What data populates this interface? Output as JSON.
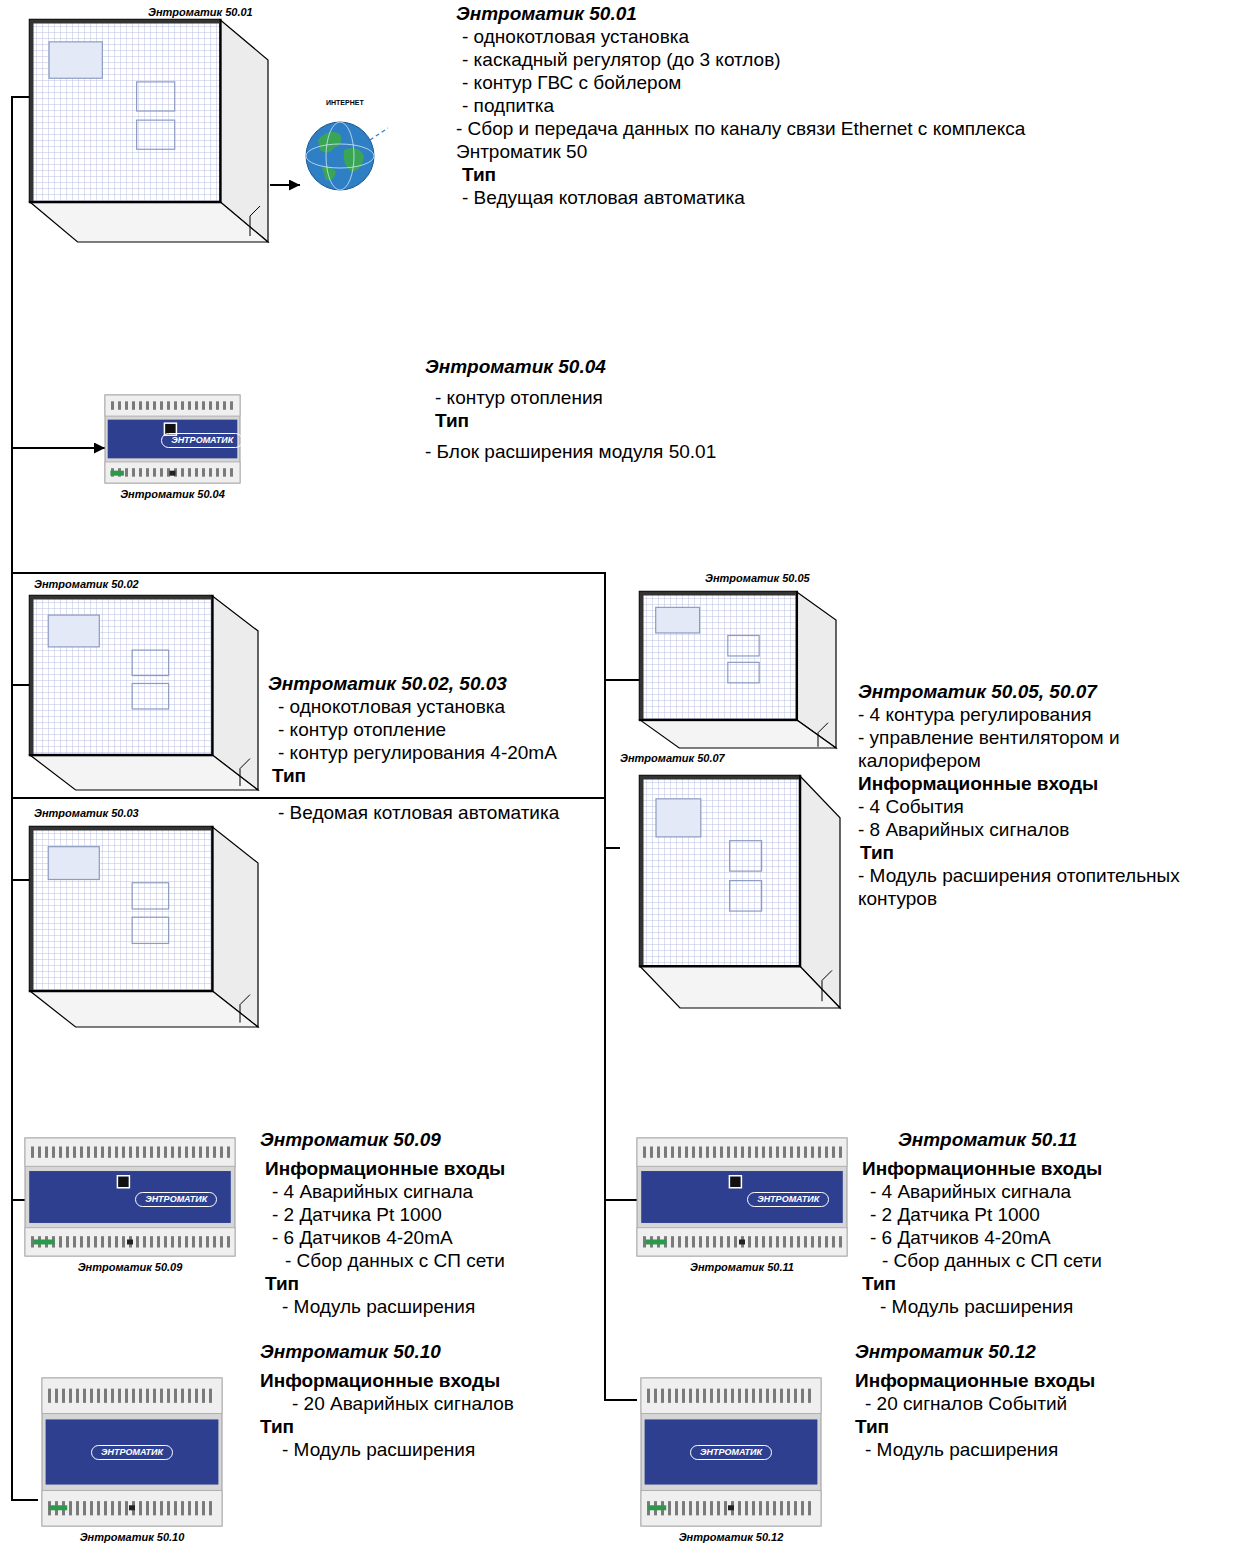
{
  "diagram": {
    "nodes": [
      {
        "text": [
          "Энтроматик 50.01"
        ]
      },
      {
        "text": [
          "ИНТЕРНЕТ"
        ]
      },
      {
        "text": [
          "ЭНТРОМАТИК",
          "Энтроматик 50.04"
        ]
      },
      {
        "text": [
          "Энтроматик 50.02"
        ]
      },
      {
        "text": [
          "Энтроматик 50.03"
        ]
      },
      {
        "text": [
          "Энтроматик 50.05"
        ]
      },
      {
        "text": [
          "Энтроматик 50.07"
        ]
      },
      {
        "text": [
          "ЭНТРОМАТИК",
          "Энтроматик 50.09"
        ]
      },
      {
        "text": [
          "ЭНТРОМАТИК",
          "Энтроматик 50.11"
        ]
      },
      {
        "text": [
          "ЭНТРОМАТИК",
          "Энтроматик 50.10"
        ]
      },
      {
        "text": [
          "ЭНТРОМАТИК",
          "Энтроматик 50.12"
        ]
      }
    ],
    "edges": [
      {
        "from": 0,
        "to": 1,
        "arrow": "to"
      },
      {
        "from": 0,
        "to": 2,
        "arrow": "to"
      },
      {
        "from": 0,
        "to": 3,
        "arrow": "none"
      },
      {
        "from": 0,
        "to": 4,
        "arrow": "none"
      },
      {
        "from": 0,
        "to": 5,
        "arrow": "none"
      },
      {
        "from": 0,
        "to": 6,
        "arrow": "none"
      },
      {
        "from": 0,
        "to": 7,
        "arrow": "none"
      },
      {
        "from": 0,
        "to": 8,
        "arrow": "none"
      },
      {
        "from": 0,
        "to": 9,
        "arrow": "none"
      },
      {
        "from": 0,
        "to": 10,
        "arrow": "none"
      }
    ],
    "labels": [
      "Энтроматик 50.01",
      "- однокотловая установка",
      "- каскадный регулятор (до 3 котлов)",
      "- контур ГВС с бойлером",
      "- подпитка",
      "- Сбор и передача данных по каналу связи Ethernet с комплекса Энтроматик 50",
      "Тип",
      "- Ведущая котловая автоматика",
      "Энтроматик 50.04",
      "- контур отопления",
      "Тип",
      "- Блок расширения модуля 50.01",
      "Энтроматик 50.02, 50.03",
      "- однокотловая установка",
      "- контур отопление",
      "- контур регулирования 4-20mA",
      "Тип",
      "- Ведомая котловая автоматика",
      "Энтроматик 50.05, 50.07",
      "- 4 контура регулирования",
      "- управление вентилятором и калорифером",
      "Информационные входы",
      "- 4 События",
      "- 8 Аварийных сигналов",
      "Тип",
      "- Модуль расширения отопительных контуров",
      "Энтроматик 50.09",
      "Информационные входы",
      "- 4 Аварийных сигнала",
      "- 2 Датчика Pt 1000",
      "- 6 Датчиков 4-20mA",
      "- Сбор данных с СП сети",
      "Тип",
      "- Модуль расширения",
      "Энтроматик 50.11",
      "Информационные входы",
      "- 4 Аварийных сигнала",
      "- 2 Датчика Pt 1000",
      "- 6 Датчиков 4-20mA",
      "- Сбор данных с СП сети",
      "Тип",
      "- Модуль расширения",
      "Энтроматик 50.10",
      "Информационные входы",
      "- 20 Аварийных сигналов",
      "Тип",
      "- Модуль расширения",
      "Энтроматик 50.12",
      "Информационные входы",
      "- 20 сигналов Событий",
      "Тип",
      "- Модуль расширения"
    ]
  }
}
